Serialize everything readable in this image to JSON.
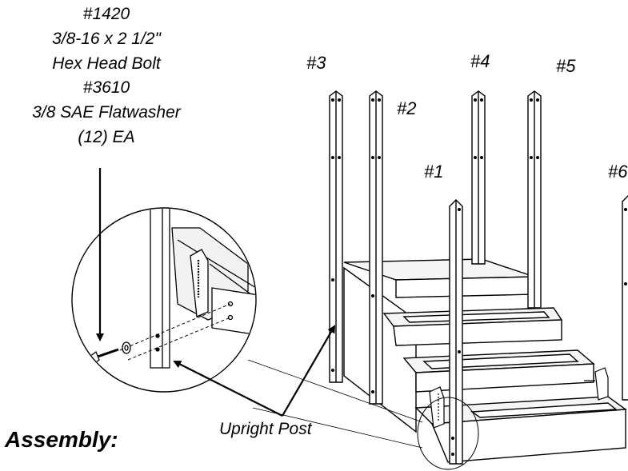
{
  "hardware_callout": {
    "bolt_part_no": "#1420",
    "bolt_size": "3/8-16 x 2 1/2\"",
    "bolt_name": "Hex Head Bolt",
    "washer_part_no": "#3610",
    "washer_name": "3/8 SAE Flatwasher",
    "quantity": "(12) EA"
  },
  "post_labels": {
    "post_3": "#3",
    "post_2": "#2",
    "post_4": "#4",
    "post_5": "#5",
    "post_1": "#1",
    "post_6": "#6"
  },
  "upright_label": "Upright Post",
  "section_heading": "Assembly:",
  "colors": {
    "ink": "#000000",
    "background": "#ffffff",
    "stair_shade": "#e8e8e8"
  }
}
